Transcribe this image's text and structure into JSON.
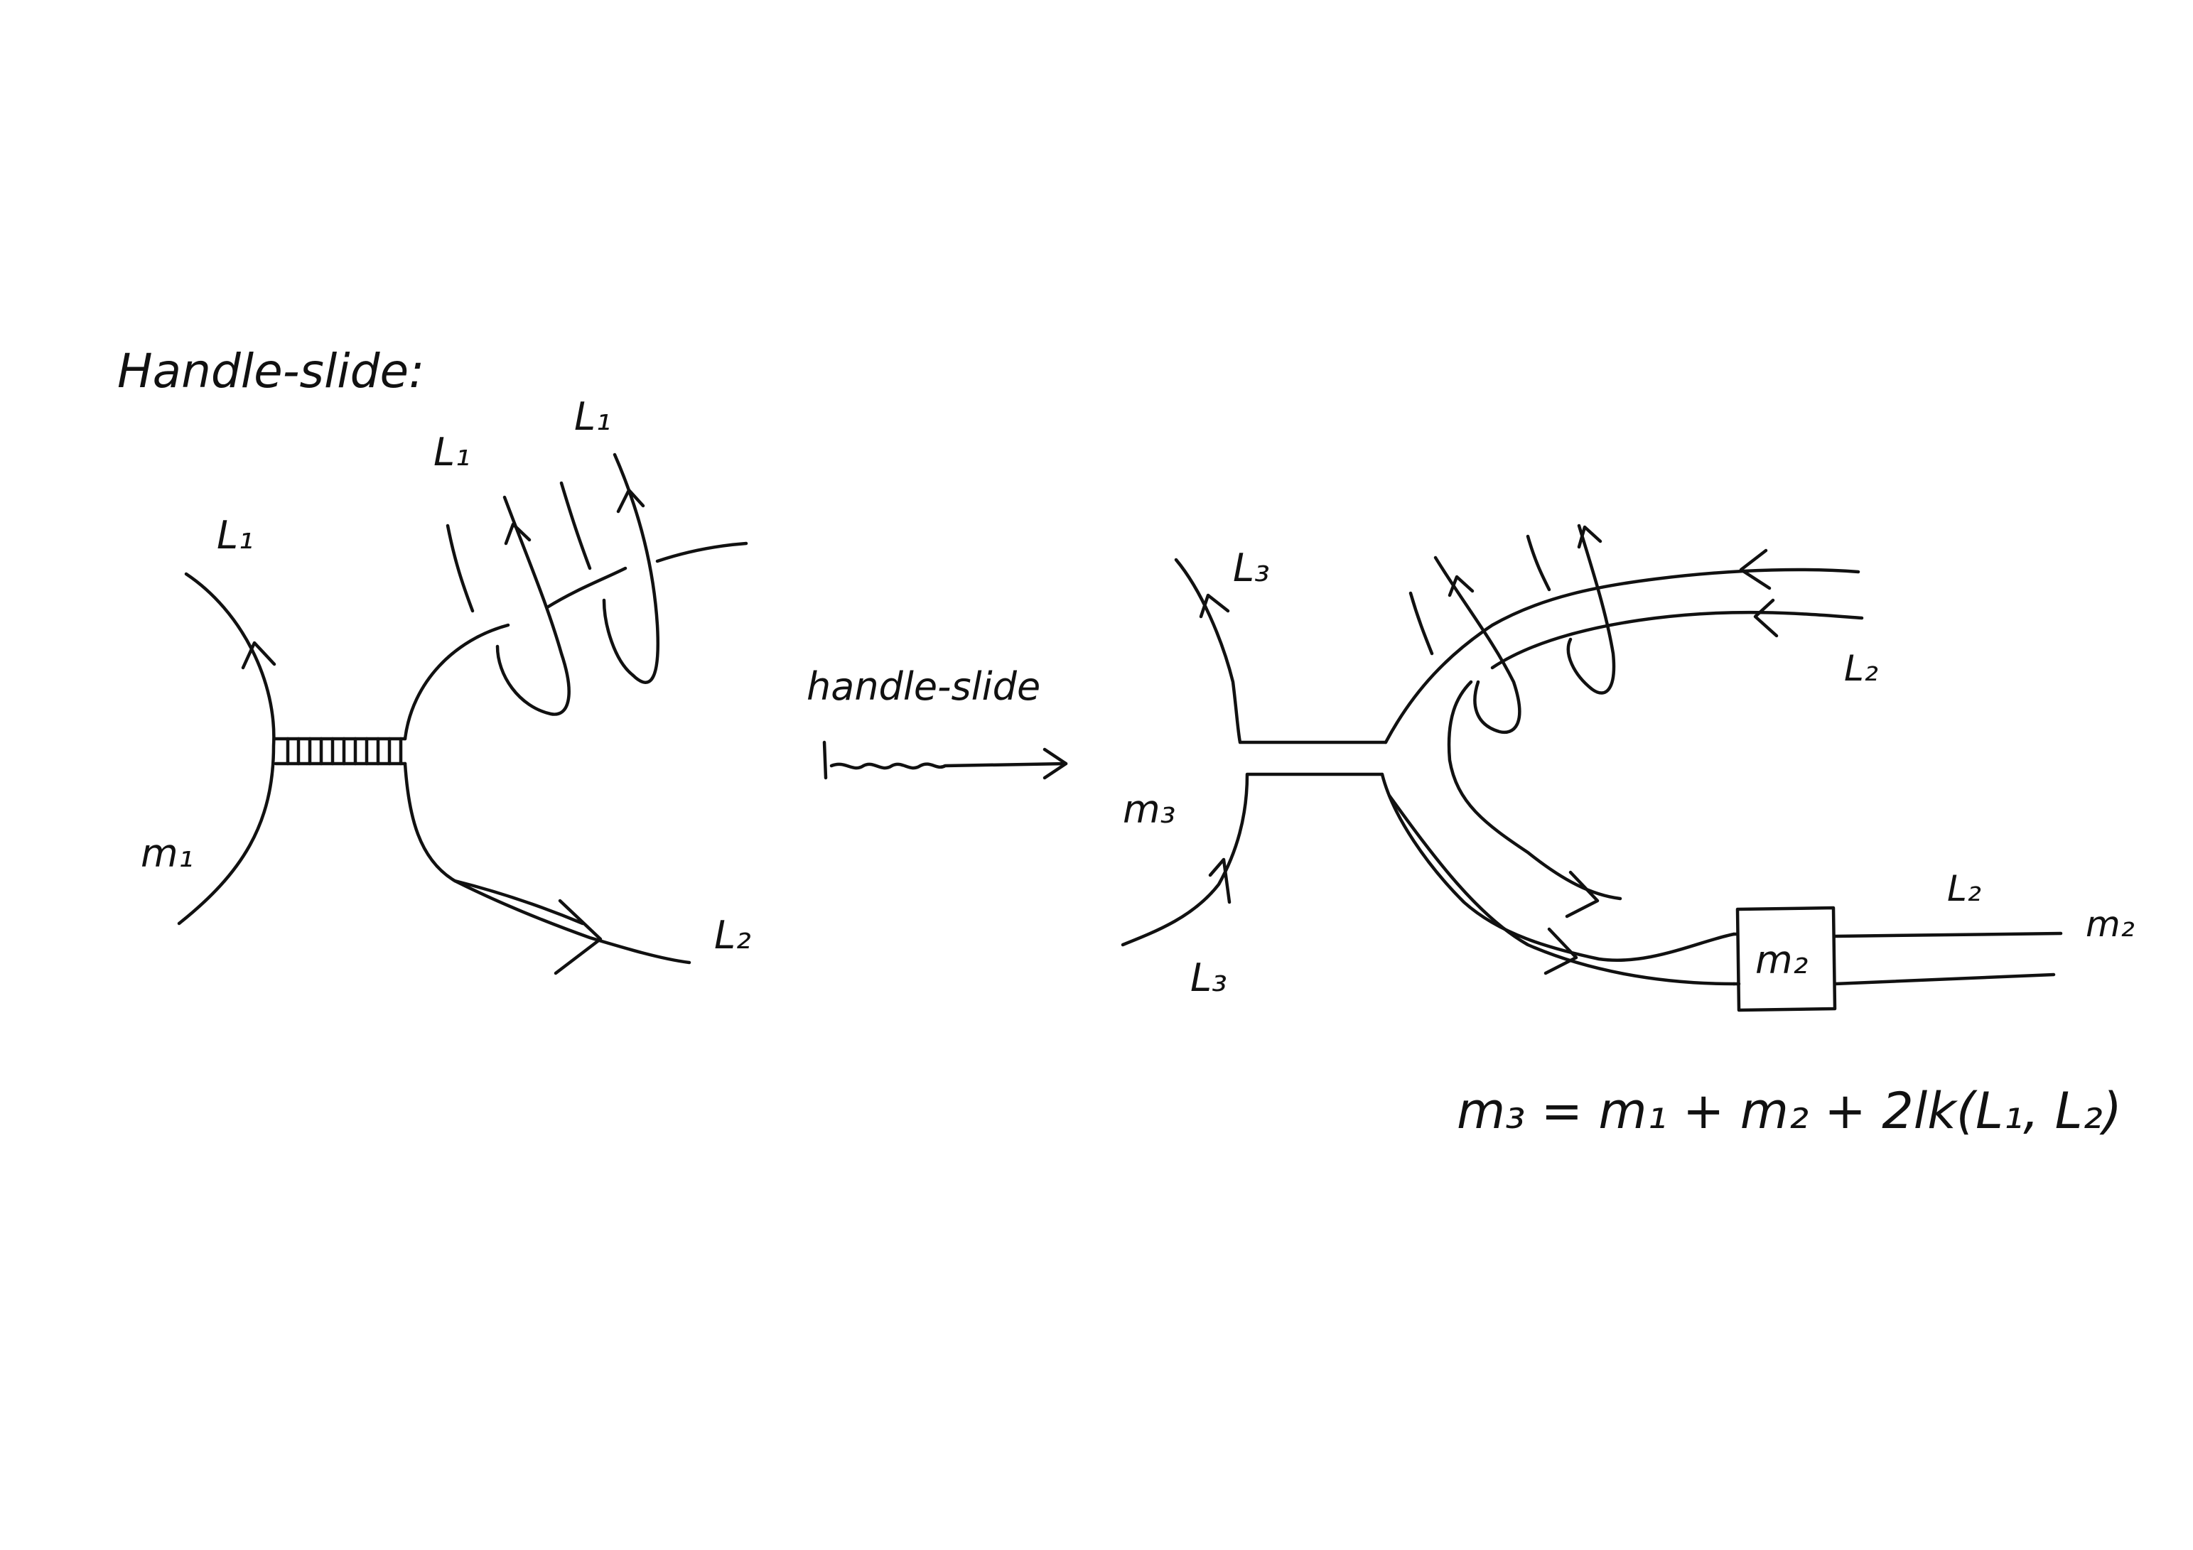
{
  "title": "Handle-slide:",
  "left_diagram": {
    "labels": [
      "L₁",
      "L₁",
      "L₁",
      "m₁",
      "L₂"
    ]
  },
  "arrow": {
    "label": "handle-slide"
  },
  "right_diagram": {
    "labels": [
      "L₃",
      "m₃",
      "L₃",
      "L₂",
      "L₂",
      "m₂"
    ],
    "box_label": "m₂"
  },
  "equation": "m₃ = m₁ + m₂ + 2lk(L₁, L₂)"
}
